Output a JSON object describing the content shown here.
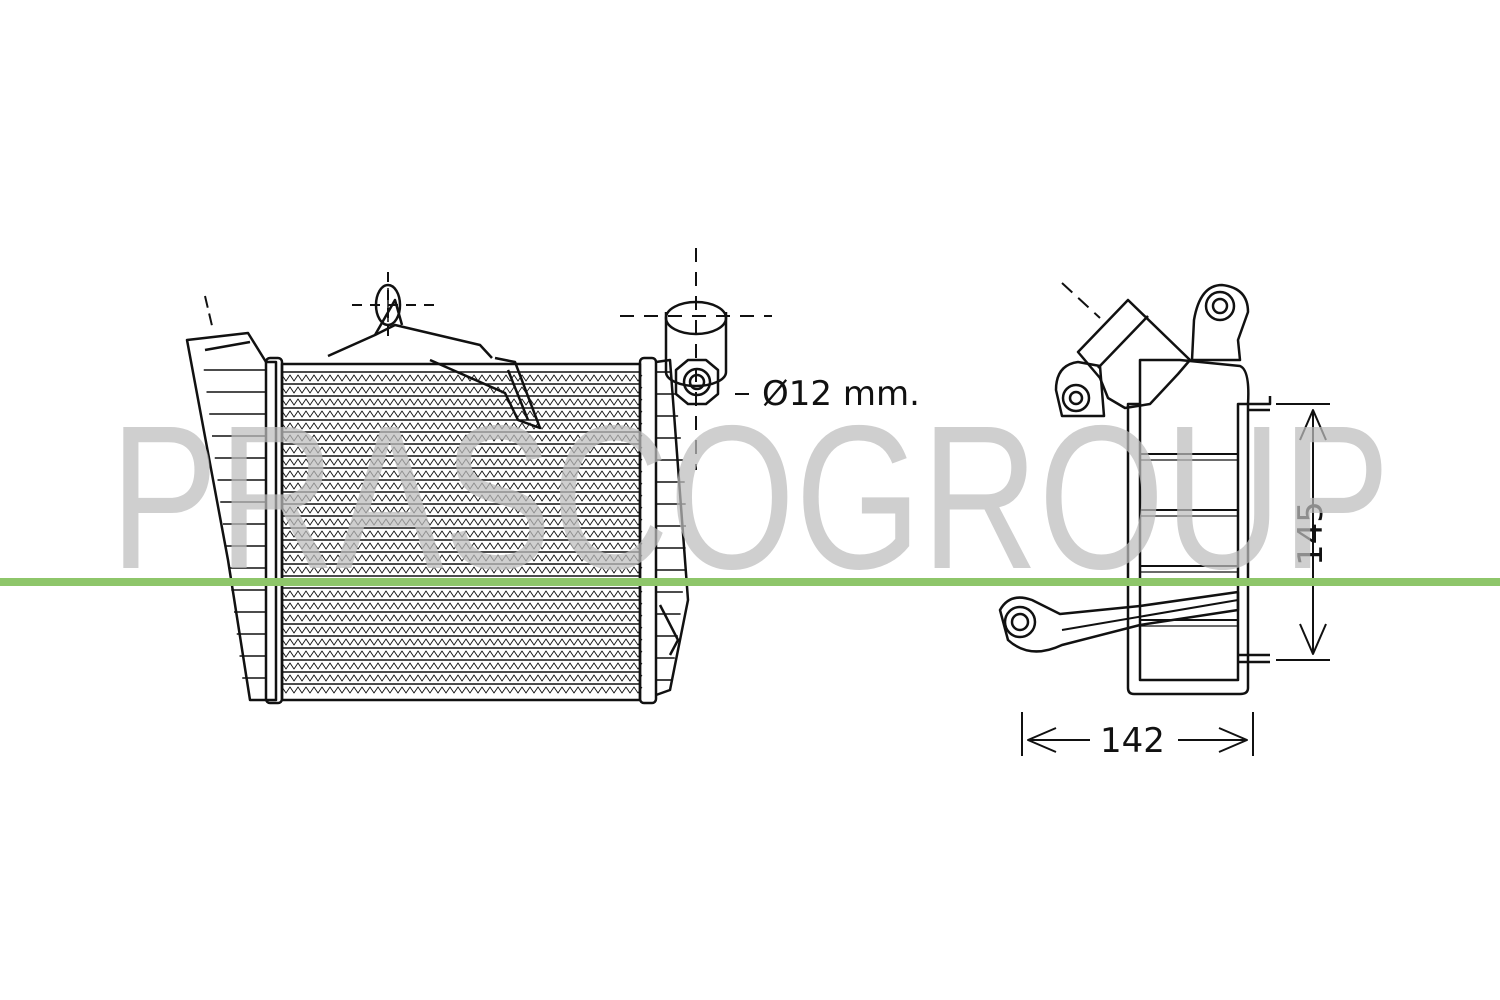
{
  "watermark": {
    "text": "PRASCOGROUP",
    "color": "#bdbdbd",
    "line_color": "#8ec66a"
  },
  "drawing": {
    "front_view": "intercooler-front-view",
    "side_view": "intercooler-side-view",
    "line_color": "#111111"
  },
  "dimensions": {
    "diameter": "Ø12 mm.",
    "height": "145",
    "width": "142"
  }
}
